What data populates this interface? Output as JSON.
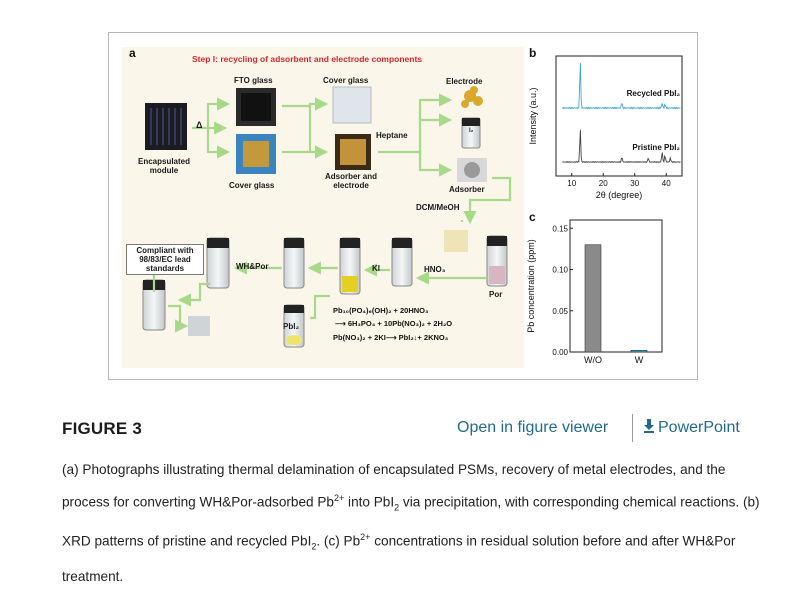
{
  "figure": {
    "panel_a": {
      "label": "a",
      "step_title": "Step I: recycling of adsorbent and electrode components",
      "labels": {
        "encapsulated_module": "Encapsulated module",
        "heat": "Δ",
        "fto_glass": "FTO glass",
        "cover_glass_top": "Cover glass",
        "cover_glass_bottom": "Cover glass",
        "electrode": "Electrode",
        "heptane": "Heptane",
        "adsorber_electrode": "Adsorber and electrode",
        "adsorber": "Adsorber",
        "dcm_meoh": "DCM/MeOH",
        "compliant": "Compliant with 98/83/EC lead standards",
        "whpor": "WH&Por",
        "ki": "KI",
        "hno3": "HNO₃",
        "por": "Por",
        "pbi2": "PbI₂",
        "i2": "I₂"
      },
      "equations": [
        "Pb₁₀(PO₄)₆(OH)₂ + 20HNO₃",
        "⟶ 6H₃PO₄ + 10Pb(NO₃)₂ + 2H₂O",
        "Pb(NO₃)₂ + 2KI⟶ PbI₂↓+ 2KNO₃"
      ]
    },
    "panel_b": {
      "label": "b",
      "ylabel": "Intensity (a.u.)",
      "xlabel": "2θ (degree)",
      "xticks": [
        "10",
        "20",
        "30",
        "40"
      ],
      "series_labels": [
        "Recycled PbI₂",
        "Pristine PbI₂"
      ]
    },
    "panel_c": {
      "label": "c",
      "ylabel": "Pb concentration (ppm)",
      "yticks": [
        "0.00",
        "0.05",
        "0.10",
        "0.15"
      ],
      "categories": [
        "W/O",
        "W"
      ]
    }
  },
  "chart_data": [
    {
      "type": "line",
      "panel": "b",
      "xlabel": "2θ (degree)",
      "ylabel": "Intensity (a.u.)",
      "xlim": [
        5,
        45
      ],
      "series": [
        {
          "name": "Recycled PbI₂",
          "peaks": [
            [
              12.7,
              1.0
            ],
            [
              25.9,
              0.12
            ],
            [
              38.7,
              0.1
            ],
            [
              39.6,
              0.08
            ]
          ]
        },
        {
          "name": "Pristine PbI₂",
          "peaks": [
            [
              12.7,
              1.0
            ],
            [
              25.9,
              0.15
            ],
            [
              34.3,
              0.12
            ],
            [
              38.7,
              0.3
            ],
            [
              39.6,
              0.2
            ],
            [
              41.3,
              0.12
            ]
          ]
        }
      ]
    },
    {
      "type": "bar",
      "panel": "c",
      "categories": [
        "W/O",
        "W"
      ],
      "values": [
        0.13,
        0.002
      ],
      "ylabel": "Pb concentration (ppm)",
      "ylim": [
        0,
        0.16
      ]
    }
  ],
  "caption": {
    "heading": "FIGURE 3",
    "open_viewer": "Open in figure viewer",
    "powerpoint": "PowerPoint",
    "text_parts": [
      "(a) Photographs illustrating thermal delamination of encapsulated PSMs, recovery of metal electrodes, and the process for converting WH&Por-adsorbed Pb",
      "2+",
      " into PbI",
      "2",
      " via precipitation, with corresponding chemical reactions. (b) XRD patterns of pristine and recycled PbI",
      "2",
      ". (c) Pb",
      "2+",
      " concentrations in residual solution before and after WH&Por treatment."
    ]
  },
  "colors": {
    "link": "#1f6a8f",
    "step_title": "#d4262e",
    "arrow": "#a8d98a",
    "panel_bg": "#fbf6ea"
  }
}
